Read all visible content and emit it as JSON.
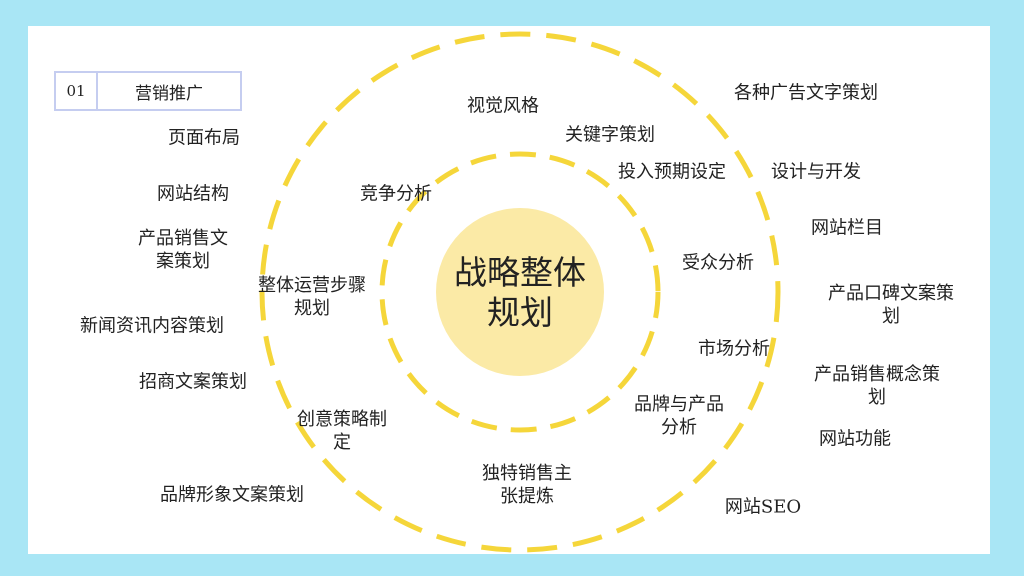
{
  "tag": {
    "number": "01",
    "title": "营销推广"
  },
  "center": {
    "title": "战略整体规划"
  },
  "inner_ring": [
    {
      "id": "jingzheng",
      "text": "竞争分析"
    },
    {
      "id": "touru",
      "text": "投入预期设定"
    },
    {
      "id": "shouzhong",
      "text": "受众分析"
    },
    {
      "id": "shichang",
      "text": "市场分析"
    },
    {
      "id": "pinpai-chanpin",
      "text": "品牌与产品\n分析"
    },
    {
      "id": "dute",
      "text": "独特销售主\n张提炼"
    },
    {
      "id": "chuangyi",
      "text": "创意策略制\n定"
    },
    {
      "id": "zhengti",
      "text": "整体运营步骤\n规划"
    }
  ],
  "middle_ring": [
    {
      "id": "shijue",
      "text": "视觉风格"
    },
    {
      "id": "guanjianzi",
      "text": "关键字策划"
    }
  ],
  "outer": [
    {
      "id": "yemian",
      "text": "页面布局"
    },
    {
      "id": "wangzhan-jiegou",
      "text": "网站结构"
    },
    {
      "id": "chanpin-xiaoshou-wen",
      "text": "产品销售文\n案策划"
    },
    {
      "id": "xinwen",
      "text": "新闻资讯内容策划"
    },
    {
      "id": "zhaoshang",
      "text": "招商文案策划"
    },
    {
      "id": "pinpai-xingxiang",
      "text": "品牌形象文案策划"
    },
    {
      "id": "guanggao",
      "text": "各种广告文字策划"
    },
    {
      "id": "sheji",
      "text": "设计与开发"
    },
    {
      "id": "lanmu",
      "text": "网站栏目"
    },
    {
      "id": "koubei",
      "text": "产品口碑文案策\n划"
    },
    {
      "id": "gainian",
      "text": "产品销售概念策\n划"
    },
    {
      "id": "gongneng",
      "text": "网站功能"
    },
    {
      "id": "seo",
      "text": "网站SEO"
    }
  ],
  "colors": {
    "ring": "#f5d63a",
    "center_fill": "#fbeaa6",
    "frame": "#a9e6f5"
  }
}
